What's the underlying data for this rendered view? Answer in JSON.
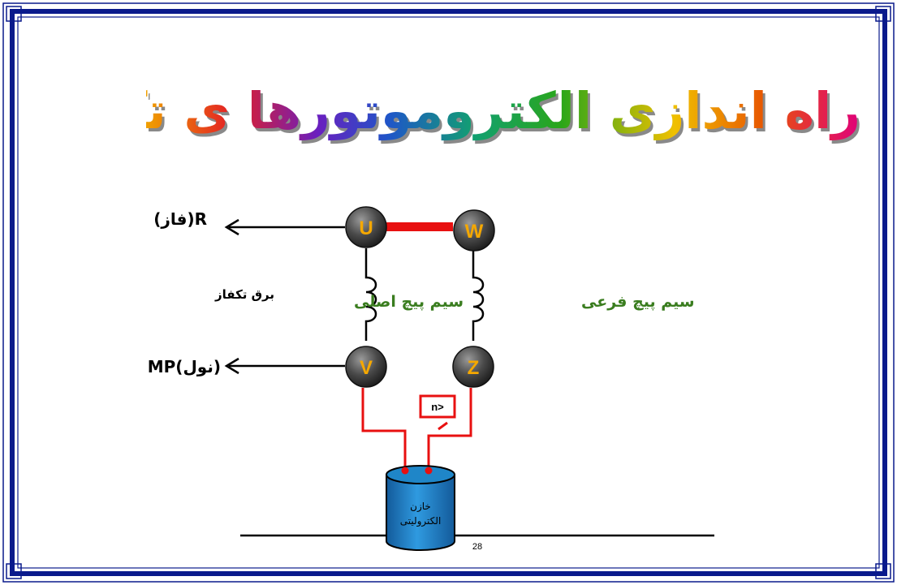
{
  "title": "راه اندازی الکتروموتورها ی تک فاز:",
  "terminals": {
    "u": "U",
    "w": "W",
    "v": "V",
    "z": "Z"
  },
  "labels": {
    "phase": "(فاز)R",
    "supply": "برق تکفاز",
    "neutral": "MP(نول)",
    "main_winding": "سیم پیچ اصلی",
    "aux_winding": "سیم پیچ فرعی",
    "switch": "n>",
    "capacitor_line1": "خازن",
    "capacitor_line2": "الکترولیتی",
    "page_number": "28"
  },
  "colors": {
    "border": "#0a1a8c",
    "wire_red": "#e81010",
    "capacitor": "#1f86c8",
    "terminal_text": "#f5a800",
    "coil_label": "#3a7d1f"
  }
}
